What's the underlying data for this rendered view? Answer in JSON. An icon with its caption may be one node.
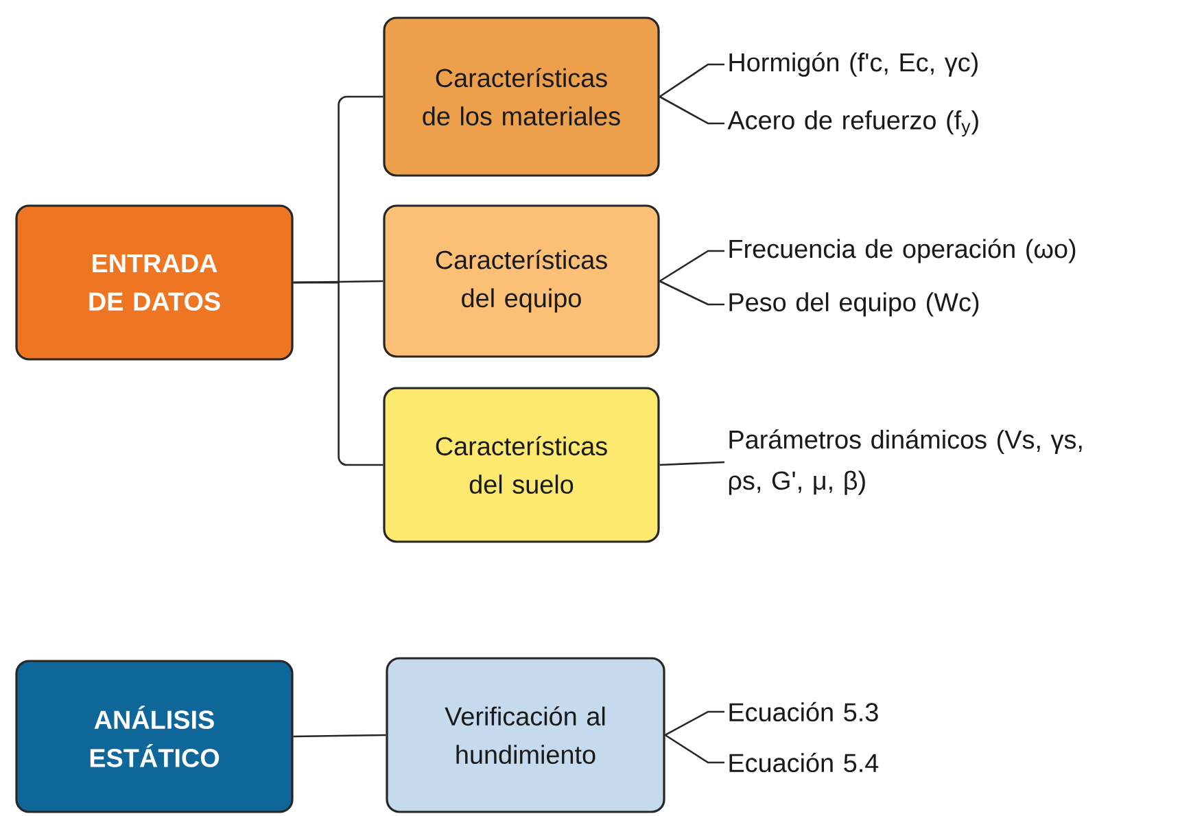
{
  "diagram": {
    "nodes": [
      {
        "text": [
          "ENTRADA DE DATOS"
        ]
      },
      {
        "text": [
          "Características de los materiales"
        ]
      },
      {
        "text": [
          "Hormigón (f'c, Ec, γc)"
        ]
      },
      {
        "text": [
          "Acero de refuerzo (f$_{y}$)"
        ]
      },
      {
        "text": [
          "Características del equipo"
        ]
      },
      {
        "text": [
          "Frecuencia de operación (ωo)"
        ]
      },
      {
        "text": [
          "Peso del equipo (Wc)"
        ]
      },
      {
        "text": [
          "Características del suelo"
        ]
      },
      {
        "text": [
          "Parámetros dinámicos (Vs, γs, ρs, G', μ, β)"
        ]
      },
      {
        "text": [
          "ANÁLISIS ESTÁTICO"
        ]
      },
      {
        "text": [
          "Verificación al hundimiento"
        ]
      },
      {
        "text": [
          "Ecuación 5.3"
        ]
      },
      {
        "text": [
          "Ecuación 5.4"
        ]
      }
    ],
    "edges": [
      {
        "from": 0,
        "to": 1,
        "arrow": "none"
      },
      {
        "from": 0,
        "to": 4,
        "arrow": "none"
      },
      {
        "from": 0,
        "to": 7,
        "arrow": "none"
      },
      {
        "from": 1,
        "to": 2,
        "arrow": "none"
      },
      {
        "from": 1,
        "to": 3,
        "arrow": "none"
      },
      {
        "from": 4,
        "to": 5,
        "arrow": "none"
      },
      {
        "from": 4,
        "to": 6,
        "arrow": "none"
      },
      {
        "from": 7,
        "to": 8,
        "arrow": "none"
      },
      {
        "from": 9,
        "to": 10,
        "arrow": "none"
      },
      {
        "from": 10,
        "to": 11,
        "arrow": "none"
      },
      {
        "from": 10,
        "to": 12,
        "arrow": "none"
      }
    ]
  }
}
